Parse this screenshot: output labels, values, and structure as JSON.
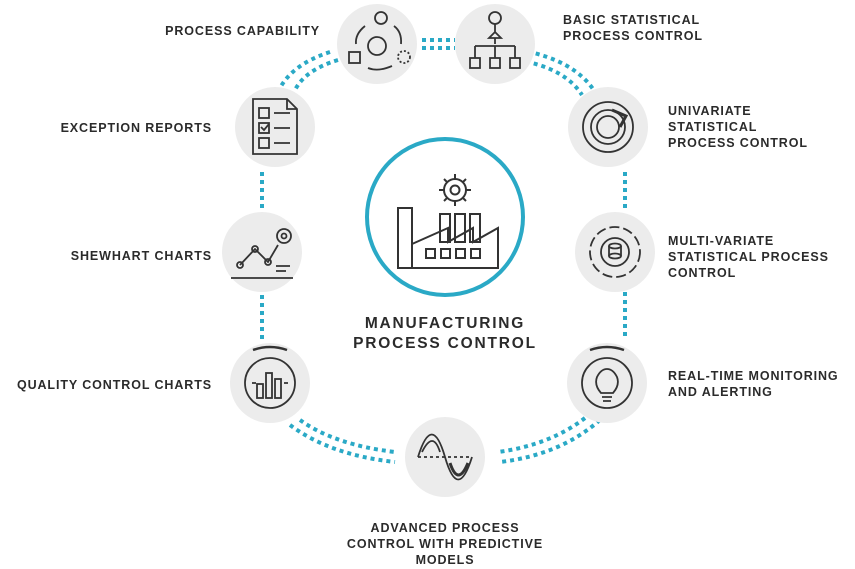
{
  "center": {
    "line1": "MANUFACTURING",
    "line2": "PROCESS CONTROL"
  },
  "nodes": {
    "process_capability": {
      "lines": [
        "PROCESS CAPABILITY"
      ],
      "icon": "cycle-process-icon"
    },
    "basic_spc": {
      "lines": [
        "BASIC STATISTICAL",
        "PROCESS CONTROL"
      ],
      "icon": "hierarchy-flow-icon"
    },
    "univariate_spc": {
      "lines": [
        "UNIVARIATE",
        "STATISTICAL",
        "PROCESS CONTROL"
      ],
      "icon": "circular-gauge-icon"
    },
    "multivariate_spc": {
      "lines": [
        "MULTI-VARIATE",
        "STATISTICAL PROCESS",
        "CONTROL"
      ],
      "icon": "segmented-ring-icon"
    },
    "realtime": {
      "lines": [
        "REAL-TIME MONITORING",
        "AND ALERTING"
      ],
      "icon": "lightbulb-icon"
    },
    "advanced": {
      "lines": [
        "ADVANCED PROCESS",
        "CONTROL WITH PREDICTIVE",
        "MODELS"
      ],
      "icon": "wave-curve-icon"
    },
    "qc_charts": {
      "lines": [
        "QUALITY CONTROL CHARTS"
      ],
      "icon": "bar-chart-icon"
    },
    "shewhart": {
      "lines": [
        "SHEWHART CHARTS"
      ],
      "icon": "line-chart-gear-icon"
    },
    "exception": {
      "lines": [
        "EXCEPTION REPORTS"
      ],
      "icon": "checklist-document-icon"
    }
  },
  "colors": {
    "accent": "#2aa9c6",
    "icon_stroke": "#333333",
    "circle_fill": "#ececec",
    "text": "#2b2b2b"
  }
}
